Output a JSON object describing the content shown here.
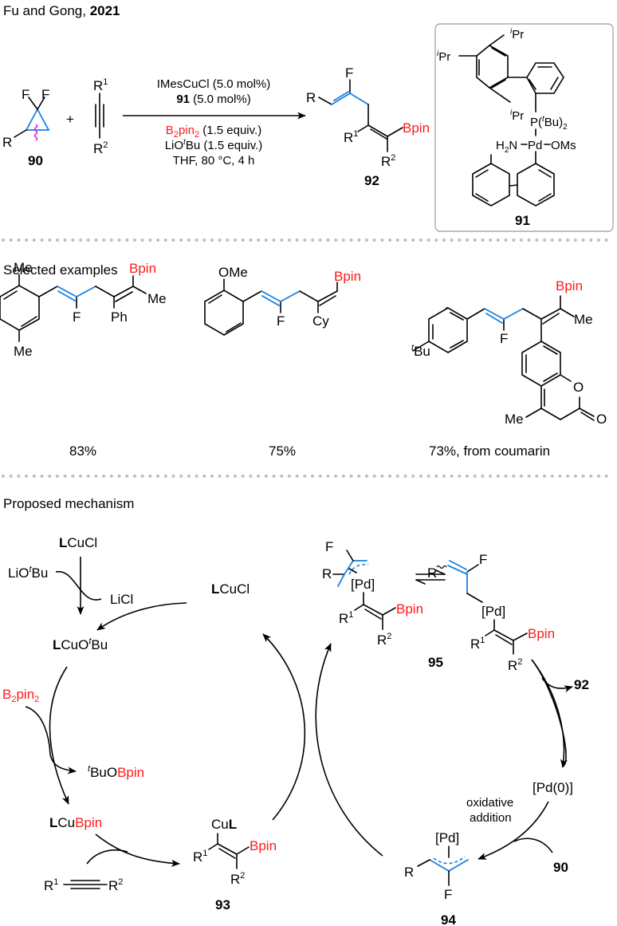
{
  "header": {
    "authors": "Fu and Gong, ",
    "year": "2021"
  },
  "reaction": {
    "reagent_cyclopropane": {
      "label": "90",
      "F1": "F",
      "F2": "F",
      "R": "R"
    },
    "plus": "+",
    "alkyne": {
      "R1": "R",
      "R1_sup": "1",
      "R2": "R",
      "R2_sup": "2"
    },
    "conditions": {
      "line1": "IMesCuCl (5.0 mol%)",
      "line2_bold": "91",
      "line2_rest": " (5.0 mol%)",
      "line3_red_B": "B",
      "line3_red_sub1": "2",
      "line3_red_pin": "pin",
      "line3_red_sub2": "2",
      "line3_rest": " (1.5 equiv.)",
      "line4_pre": "LiO",
      "line4_sup": "t",
      "line4_post": "Bu (1.5 equiv.)",
      "line5": "THF, 80 °C, 4 h"
    },
    "product": {
      "label": "92",
      "F": "F",
      "R": "R",
      "R1": "R",
      "R1_sup": "1",
      "R2": "R",
      "R2_sup": "2",
      "Bpin": "Bpin"
    },
    "catalyst": {
      "label": "91",
      "iPr": "Pr",
      "i": "i",
      "P_group_pre": "P(",
      "P_group_sup": "t",
      "P_group_post": "Bu)",
      "P_group_sub": "2",
      "H2N": "H",
      "H2N_sub": "2",
      "N": "N",
      "Pd": "Pd",
      "OMs": "OMs"
    }
  },
  "examples": {
    "title": "Selected examples",
    "items": [
      {
        "yield": "83%",
        "substituents": [
          "Me",
          "Me",
          "F",
          "Ph",
          "Me"
        ],
        "Bpin": "Bpin"
      },
      {
        "yield": "75%",
        "substituents": [
          "OMe",
          "F",
          "Cy"
        ],
        "Bpin": "Bpin"
      },
      {
        "yield": "73%, from coumarin",
        "substituents": [
          "Bu",
          "t",
          "F",
          "Me",
          "Me",
          "O",
          "O"
        ],
        "Bpin": "Bpin"
      }
    ]
  },
  "mechanism": {
    "title": "Proposed mechanism",
    "LCuCl_top": {
      "L": "L",
      "rest": "CuCl"
    },
    "LiOtBu": {
      "pre": "LiO",
      "sup": "t",
      "post": "Bu"
    },
    "LiCl": "LiCl",
    "LCuOtBu": {
      "L": "L",
      "pre": "CuO",
      "sup": "t",
      "post": "Bu"
    },
    "B2pin2": {
      "B": "B",
      "s1": "2",
      "pin": "pin",
      "s2": "2"
    },
    "tBuOBpin": {
      "sup": "t",
      "pre": "BuO",
      "red": "Bpin"
    },
    "LCuBpin": {
      "L": "L",
      "Cu": "Cu",
      "red": "Bpin"
    },
    "alkyne": {
      "R1": "R",
      "R1_sup": "1",
      "R2": "R",
      "R2_sup": "2"
    },
    "int93": {
      "label": "93",
      "Cu": "Cu",
      "L": "L",
      "Bpin": "Bpin",
      "R1": "R",
      "R1_sup": "1",
      "R2": "R",
      "R2_sup": "2"
    },
    "LCuCl_cycle": {
      "L": "L",
      "rest": "CuCl"
    },
    "int95": {
      "label": "95",
      "F": "F",
      "R": "R",
      "Pd": "[Pd]",
      "Bpin": "Bpin",
      "R1": "R",
      "R1_sup": "1",
      "R2": "R",
      "R2_sup": "2"
    },
    "int95b": {
      "F": "F",
      "R": "R",
      "Pd": "[Pd]",
      "Bpin": "Bpin",
      "R1": "R",
      "R1_sup": "1",
      "R2": "R",
      "R2_sup": "2"
    },
    "product_out": "92",
    "Pd0": "[Pd(0)]",
    "oxadd_line1": "oxidative",
    "oxadd_line2": "addition",
    "sub_in": "90",
    "int94": {
      "label": "94",
      "Pd": "[Pd]",
      "R": "R",
      "F": "F"
    }
  },
  "colors": {
    "accent_red": "#ff1a1a",
    "accent_blue": "#1a7fe0",
    "separator": "#c0c0c0",
    "box_border": "#aaaaaa"
  }
}
